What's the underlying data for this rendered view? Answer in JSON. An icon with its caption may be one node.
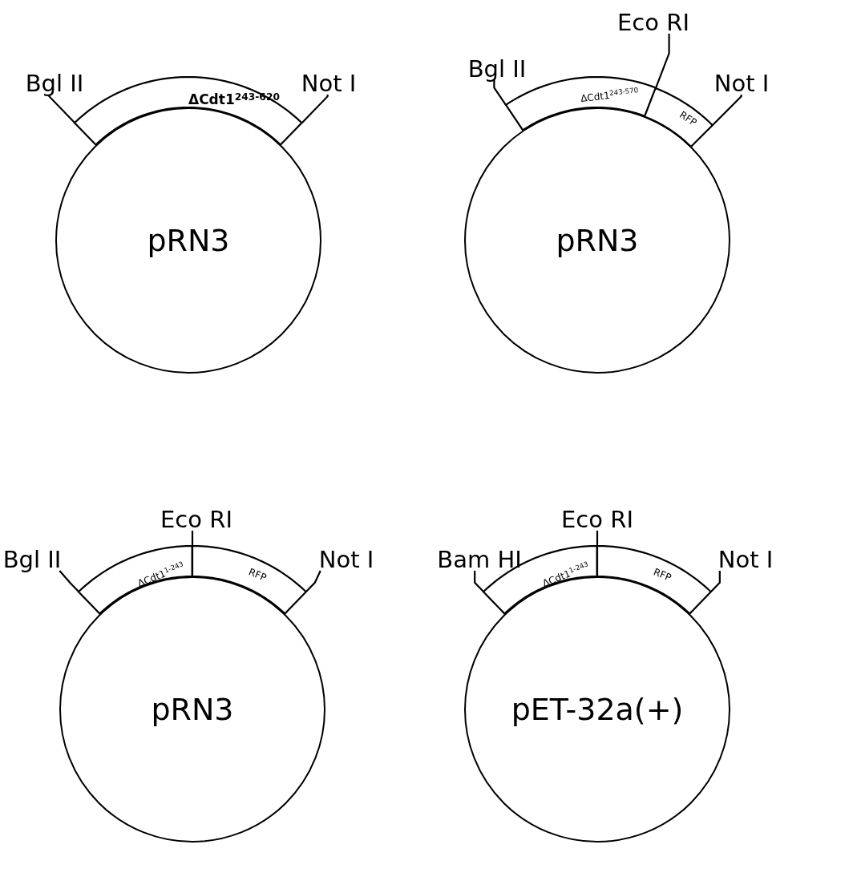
{
  "diagram": {
    "nodes": [
      {
        "text": [
          "Bgl II"
        ]
      },
      {
        "text": [
          "Not I"
        ]
      },
      {
        "text": [
          "ΔCdt1$^{243-620}$"
        ]
      },
      {
        "text": [
          "pRN3"
        ]
      },
      {
        "text": [
          "Eco RI"
        ]
      },
      {
        "text": [
          "Bgl II"
        ]
      },
      {
        "text": [
          "Not I"
        ]
      },
      {
        "text": [
          "ΔCdt1$^{243-570}$"
        ]
      },
      {
        "text": [
          "RFP"
        ]
      },
      {
        "text": [
          "pRN3"
        ]
      },
      {
        "text": [
          "Eco RI"
        ]
      },
      {
        "text": [
          "Bgl II"
        ]
      },
      {
        "text": [
          "Not I"
        ]
      },
      {
        "text": [
          "ΔCdt1$^{1-243}$"
        ]
      },
      {
        "text": [
          "RFP"
        ]
      },
      {
        "text": [
          "pRN3"
        ]
      },
      {
        "text": [
          "Eco RI"
        ]
      },
      {
        "text": [
          "Bam HI"
        ]
      },
      {
        "text": [
          "Not I"
        ]
      },
      {
        "text": [
          "ΔCdt1$^{1-243}$"
        ]
      },
      {
        "text": [
          "RFP"
        ]
      },
      {
        "text": [
          "pET-32a(+)"
        ]
      }
    ],
    "edges": [
      {
        "from": 0,
        "to": 2,
        "arrow": "none"
      },
      {
        "from": 1,
        "to": 2,
        "arrow": "none"
      },
      {
        "from": 4,
        "to": 7,
        "arrow": "none"
      },
      {
        "from": 5,
        "to": 7,
        "arrow": "none"
      },
      {
        "from": 6,
        "to": 8,
        "arrow": "none"
      },
      {
        "from": 10,
        "to": 13,
        "arrow": "none"
      },
      {
        "from": 11,
        "to": 13,
        "arrow": "none"
      },
      {
        "from": 12,
        "to": 14,
        "arrow": "none"
      },
      {
        "from": 16,
        "to": 19,
        "arrow": "none"
      },
      {
        "from": 17,
        "to": 19,
        "arrow": "none"
      },
      {
        "from": 18,
        "to": 20,
        "arrow": "none"
      }
    ]
  }
}
